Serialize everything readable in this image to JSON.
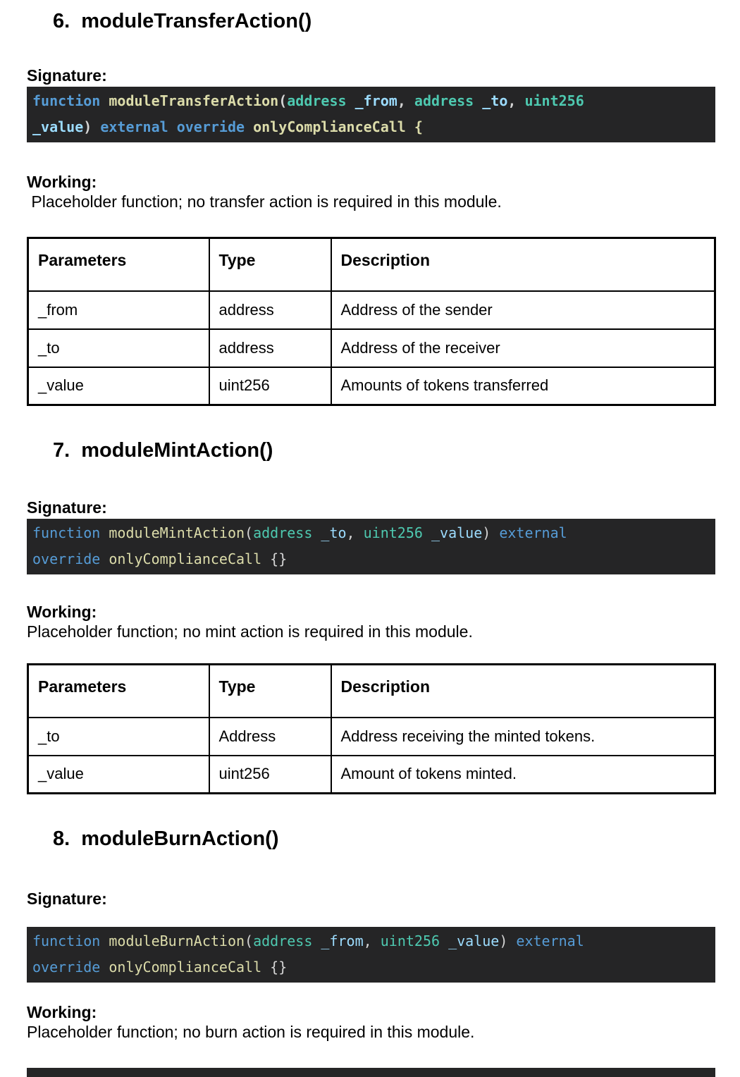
{
  "code_colors": {
    "background": "#252526",
    "keyword": "#569CD6",
    "type": "#4EC9B0",
    "variable": "#9CDCFE",
    "function_name": "#DCDCAA",
    "punctuation": "#D4D4D4"
  },
  "sections": [
    {
      "number": "6.",
      "title": "moduleTransferAction()",
      "signature_label": "Signature:",
      "code_bold": true,
      "code": [
        [
          {
            "c": "kw",
            "t": "function "
          },
          {
            "c": "fn",
            "t": "moduleTransferAction"
          },
          {
            "c": "pu",
            "t": "("
          },
          {
            "c": "ty",
            "t": "address"
          },
          {
            "c": "pu",
            "t": " "
          },
          {
            "c": "va",
            "t": "_from"
          },
          {
            "c": "pu",
            "t": ", "
          },
          {
            "c": "ty",
            "t": "address"
          },
          {
            "c": "pu",
            "t": " "
          },
          {
            "c": "va",
            "t": "_to"
          },
          {
            "c": "pu",
            "t": ", "
          },
          {
            "c": "ty",
            "t": "uint256"
          }
        ],
        [
          {
            "c": "va",
            "t": "_value"
          },
          {
            "c": "pu",
            "t": ") "
          },
          {
            "c": "kw",
            "t": "external "
          },
          {
            "c": "kw",
            "t": "override "
          },
          {
            "c": "fn",
            "t": "onlyComplianceCall "
          },
          {
            "c": "fn",
            "t": "{"
          }
        ]
      ],
      "working_label": "Working:",
      "working_text": " Placeholder function; no transfer action is required in this module.",
      "table": {
        "headers": [
          "Parameters",
          "Type",
          "Description"
        ],
        "rows": [
          [
            "_from",
            "address",
            "Address of the sender"
          ],
          [
            "_to",
            "address",
            "Address of the receiver"
          ],
          [
            "_value",
            "uint256",
            "Amounts of tokens transferred"
          ]
        ]
      }
    },
    {
      "number": "7.",
      "title": "moduleMintAction()",
      "signature_label": "Signature:",
      "code_bold": false,
      "code": [
        [
          {
            "c": "kw",
            "t": "function "
          },
          {
            "c": "fn",
            "t": "moduleMintAction"
          },
          {
            "c": "pu",
            "t": "("
          },
          {
            "c": "ty",
            "t": "address"
          },
          {
            "c": "pu",
            "t": " "
          },
          {
            "c": "va",
            "t": "_to"
          },
          {
            "c": "pu",
            "t": ", "
          },
          {
            "c": "ty",
            "t": "uint256"
          },
          {
            "c": "pu",
            "t": " "
          },
          {
            "c": "va",
            "t": "_value"
          },
          {
            "c": "pu",
            "t": ") "
          },
          {
            "c": "kw",
            "t": "external"
          }
        ],
        [
          {
            "c": "kw",
            "t": "override "
          },
          {
            "c": "fn",
            "t": "onlyComplianceCall "
          },
          {
            "c": "pu",
            "t": "{}"
          }
        ]
      ],
      "working_label": "Working:",
      "working_text": "Placeholder function; no mint action is required in this module.",
      "table": {
        "headers": [
          "Parameters",
          "Type",
          "Description"
        ],
        "rows": [
          [
            "_to",
            "Address",
            "Address receiving the minted tokens."
          ],
          [
            "_value",
            "uint256",
            "Amount of tokens minted."
          ]
        ]
      }
    },
    {
      "number": "8.",
      "title": "moduleBurnAction()",
      "signature_label": "Signature:",
      "code_bold": false,
      "code": [
        [
          {
            "c": "kw",
            "t": "function "
          },
          {
            "c": "fn",
            "t": "moduleBurnAction"
          },
          {
            "c": "pu",
            "t": "("
          },
          {
            "c": "ty",
            "t": "address"
          },
          {
            "c": "pu",
            "t": " "
          },
          {
            "c": "va",
            "t": "_from"
          },
          {
            "c": "pu",
            "t": ", "
          },
          {
            "c": "ty",
            "t": "uint256"
          },
          {
            "c": "pu",
            "t": " "
          },
          {
            "c": "va",
            "t": "_value"
          },
          {
            "c": "pu",
            "t": ") "
          },
          {
            "c": "kw",
            "t": "external"
          }
        ],
        [
          {
            "c": "kw",
            "t": "override "
          },
          {
            "c": "fn",
            "t": "onlyComplianceCall "
          },
          {
            "c": "pu",
            "t": "{}"
          }
        ]
      ],
      "working_label": "Working:",
      "working_text": "Placeholder function; no burn action is required in this module.",
      "table": null
    }
  ]
}
